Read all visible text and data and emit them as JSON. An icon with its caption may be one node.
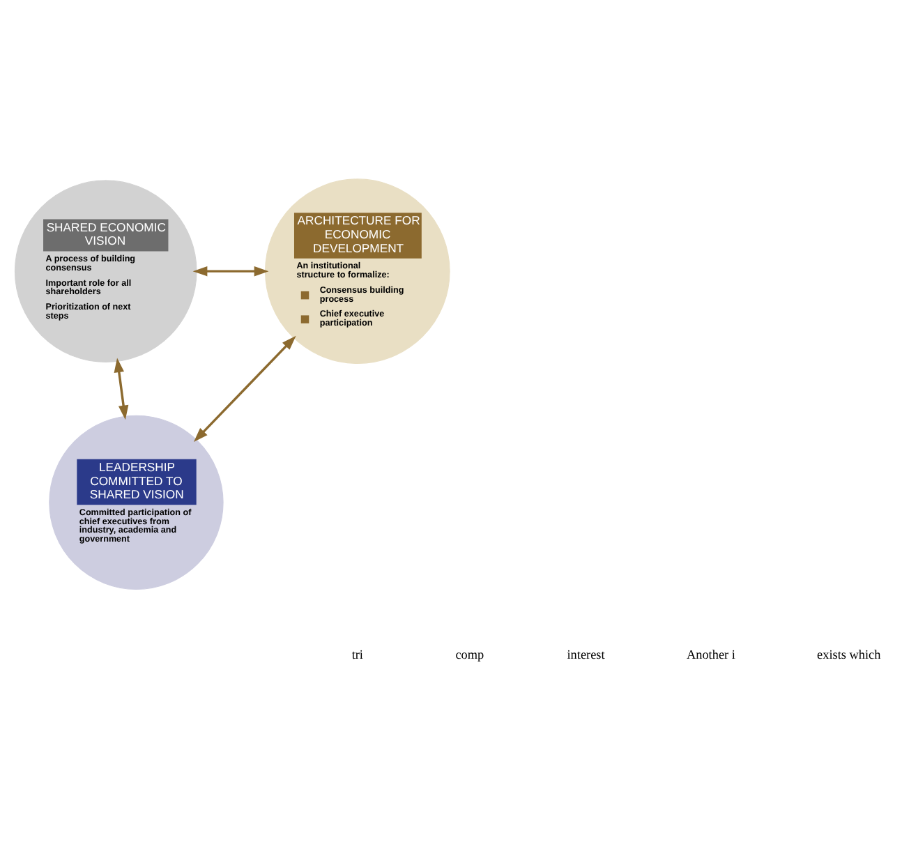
{
  "diagram": {
    "nodes": [
      {
        "text": [
          "SHARED ECONOMIC VISION",
          "A process of building consensus",
          "Important role for all shareholders",
          "Prioritization of next steps"
        ]
      },
      {
        "text": [
          "ARCHITECTURE FOR ECONOMIC DEVELOPMENT",
          "An institutional structure to formalize:",
          "Consensus building process",
          "Chief executive participation"
        ]
      },
      {
        "text": [
          "LEADERSHIP COMMITTED TO SHARED VISION",
          "Committed participation of chief executives from industry, academia and government"
        ]
      }
    ],
    "edges": [
      {
        "from": 0,
        "to": 1,
        "arrow": "both"
      },
      {
        "from": 0,
        "to": 2,
        "arrow": "both"
      },
      {
        "from": 1,
        "to": 2,
        "arrow": "both"
      }
    ],
    "labels": [
      "tri",
      "comp",
      "interest",
      "Another i",
      "exists which"
    ]
  }
}
